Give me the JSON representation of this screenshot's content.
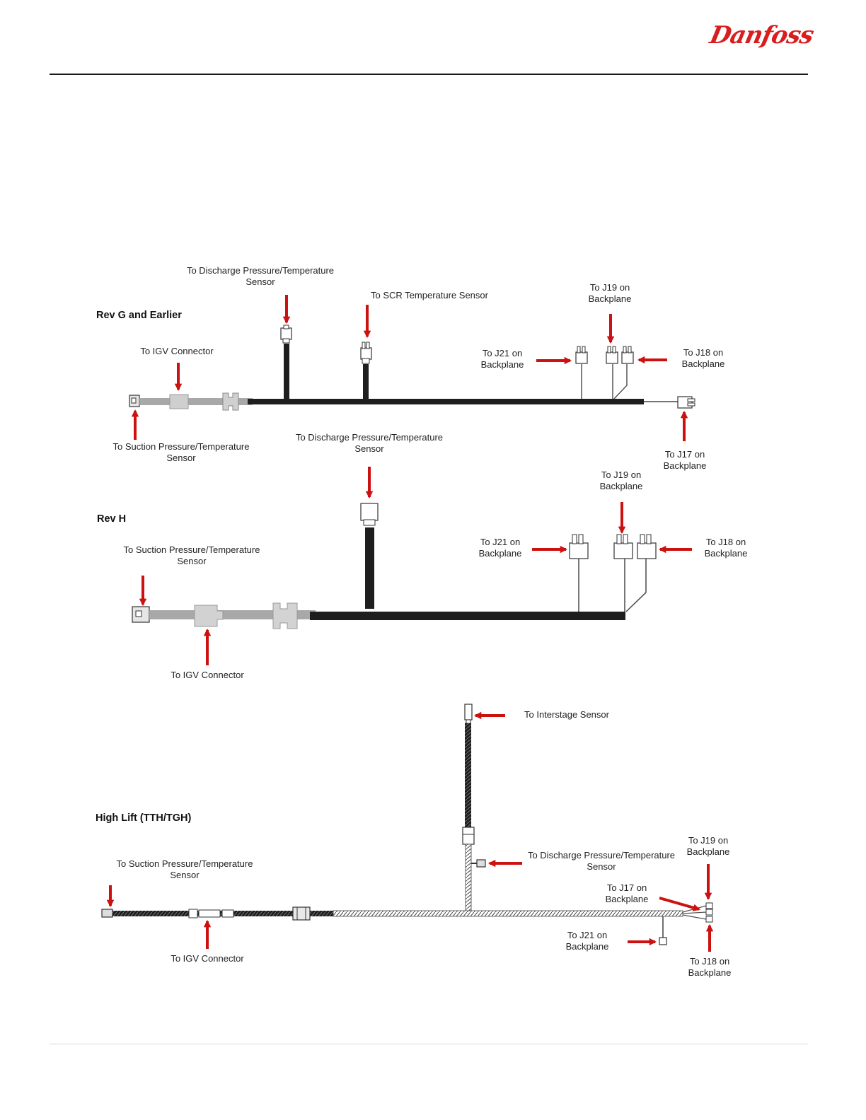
{
  "brand": {
    "logo_text": "Danfoss",
    "color": "#d81e1e"
  },
  "colors": {
    "arrow": "#cc1111",
    "cable_dark": "#1e1e1e",
    "cable_light": "#a8a8a8",
    "connector": "#d3d3d3"
  },
  "sections": {
    "rev_g": {
      "title": "Rev G and Earlier",
      "labels": {
        "discharge": [
          "To Discharge Pressure/Temperature",
          "Sensor"
        ],
        "scr": [
          "To SCR Temperature Sensor"
        ],
        "j19": [
          "To J19 on",
          "Backplane"
        ],
        "igv": [
          "To IGV Connector"
        ],
        "j21": [
          "To J21 on",
          "Backplane"
        ],
        "j18": [
          "To J18 on",
          "Backplane"
        ],
        "suction": [
          "To Suction Pressure/Temperature",
          "Sensor"
        ],
        "j17": [
          "To J17 on",
          "Backplane"
        ]
      }
    },
    "rev_h": {
      "title": "Rev H",
      "labels": {
        "discharge": [
          "To Discharge Pressure/Temperature",
          "Sensor"
        ],
        "j19": [
          "To J19 on",
          "Backplane"
        ],
        "suction": [
          "To Suction Pressure/Temperature",
          "Sensor"
        ],
        "j21": [
          "To J21 on",
          "Backplane"
        ],
        "j18": [
          "To J18 on",
          "Backplane"
        ],
        "igv": [
          "To IGV Connector"
        ]
      }
    },
    "high_lift": {
      "title": "High Lift (TTH/TGH)",
      "labels": {
        "interstage": [
          "To Interstage Sensor"
        ],
        "j19": [
          "To J19 on",
          "Backplane"
        ],
        "suction": [
          "To Suction Pressure/Temperature",
          "Sensor"
        ],
        "discharge": [
          "To Discharge Pressure/Temperature",
          "Sensor"
        ],
        "j17": [
          "To J17 on",
          "Backplane"
        ],
        "j21": [
          "To J21 on",
          "Backplane"
        ],
        "igv": [
          "To IGV Connector"
        ],
        "j18": [
          "To J18 on",
          "Backplane"
        ]
      }
    }
  }
}
